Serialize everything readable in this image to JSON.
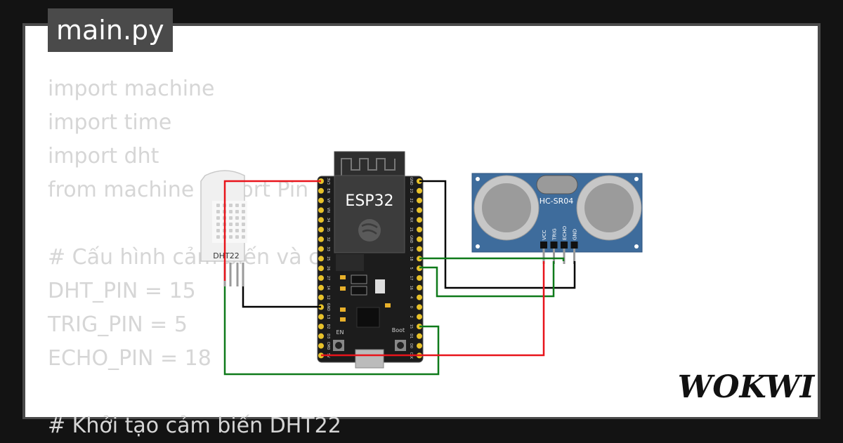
{
  "tab": {
    "filename": "main.py"
  },
  "code_lines": [
    "import machine",
    "import time",
    "import dht",
    "from machine import Pin",
    "",
    "# Cấu hình cảm biến và các chân",
    "DHT_PIN = 15",
    "TRIG_PIN = 5",
    "ECHO_PIN = 18",
    "",
    "# Khởi tạo cảm biến DHT22"
  ],
  "components": {
    "esp32_label": "ESP32",
    "esp32_boot": "Boot",
    "esp32_en": "EN",
    "dht_label": "DHT22",
    "hcsr04_label": "HC-SR04",
    "hcsr04_pins": [
      "VCC",
      "TRIG",
      "ECHO",
      "GND"
    ],
    "esp32_left_pins": [
      "3V3",
      "EN",
      "VP",
      "VN",
      "34",
      "35",
      "32",
      "33",
      "25",
      "26",
      "27",
      "14",
      "12",
      "GND",
      "13",
      "D2",
      "D3",
      "CMD",
      "5V"
    ],
    "esp32_right_pins": [
      "GND",
      "23",
      "22",
      "TX",
      "RX",
      "21",
      "GND",
      "19",
      "18",
      "5",
      "17",
      "16",
      "4",
      "0",
      "2",
      "15",
      "D1",
      "D0",
      "CLK"
    ]
  },
  "wire_colors": {
    "power": "#e8141b",
    "signal": "#0f7a1a",
    "ground": "#000000"
  },
  "logo": {
    "text": "WOKWI"
  }
}
